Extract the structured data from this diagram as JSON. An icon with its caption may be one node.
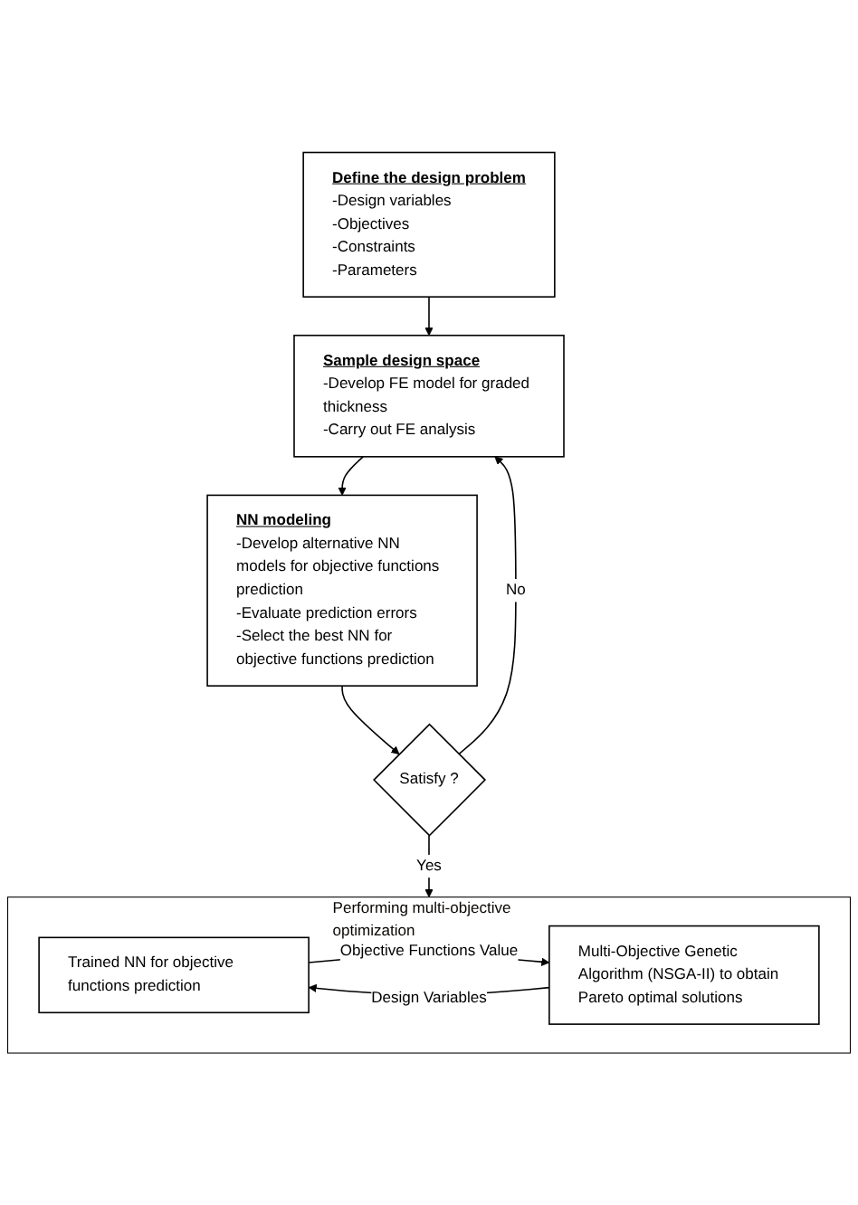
{
  "diagram": {
    "nodes": [
      {
        "text": [
          "Define the design problem",
          "-Design variables",
          "-Objectives",
          "-Constraints",
          "-Parameters"
        ]
      },
      {
        "text": [
          "Sample design space",
          "-Develop FE model for graded thickness",
          "-Carry out FE analysis"
        ]
      },
      {
        "text": [
          "NN modeling",
          "-Develop alternative NN models for objective functions prediction",
          "-Evaluate prediction errors",
          "-Select the best NN for objective functions prediction"
        ]
      },
      {
        "text": [
          "Satisfy ?"
        ]
      },
      {
        "text": [
          "Performing multi-objective optimization"
        ]
      },
      {
        "text": [
          "Trained NN for objective functions prediction"
        ],
        "in": 4
      },
      {
        "text": [
          "Multi-Objective Genetic Algorithm (NSGA-II) to obtain Pareto optimal solutions"
        ],
        "in": 4
      }
    ],
    "edges": [
      {
        "from": 0,
        "to": 1,
        "arrow": "to"
      },
      {
        "from": 1,
        "to": 2,
        "arrow": "to"
      },
      {
        "from": 2,
        "to": 3,
        "arrow": "to"
      },
      {
        "from": 3,
        "to": 1,
        "label": "No",
        "arrow": "to"
      },
      {
        "from": 3,
        "to": 4,
        "label": "Yes",
        "arrow": "to"
      },
      {
        "from": 6,
        "to": 5,
        "label": "Design Variables",
        "arrow": "to"
      },
      {
        "from": 5,
        "to": 6,
        "label": "Objective Functions Value",
        "arrow": "to"
      }
    ]
  }
}
